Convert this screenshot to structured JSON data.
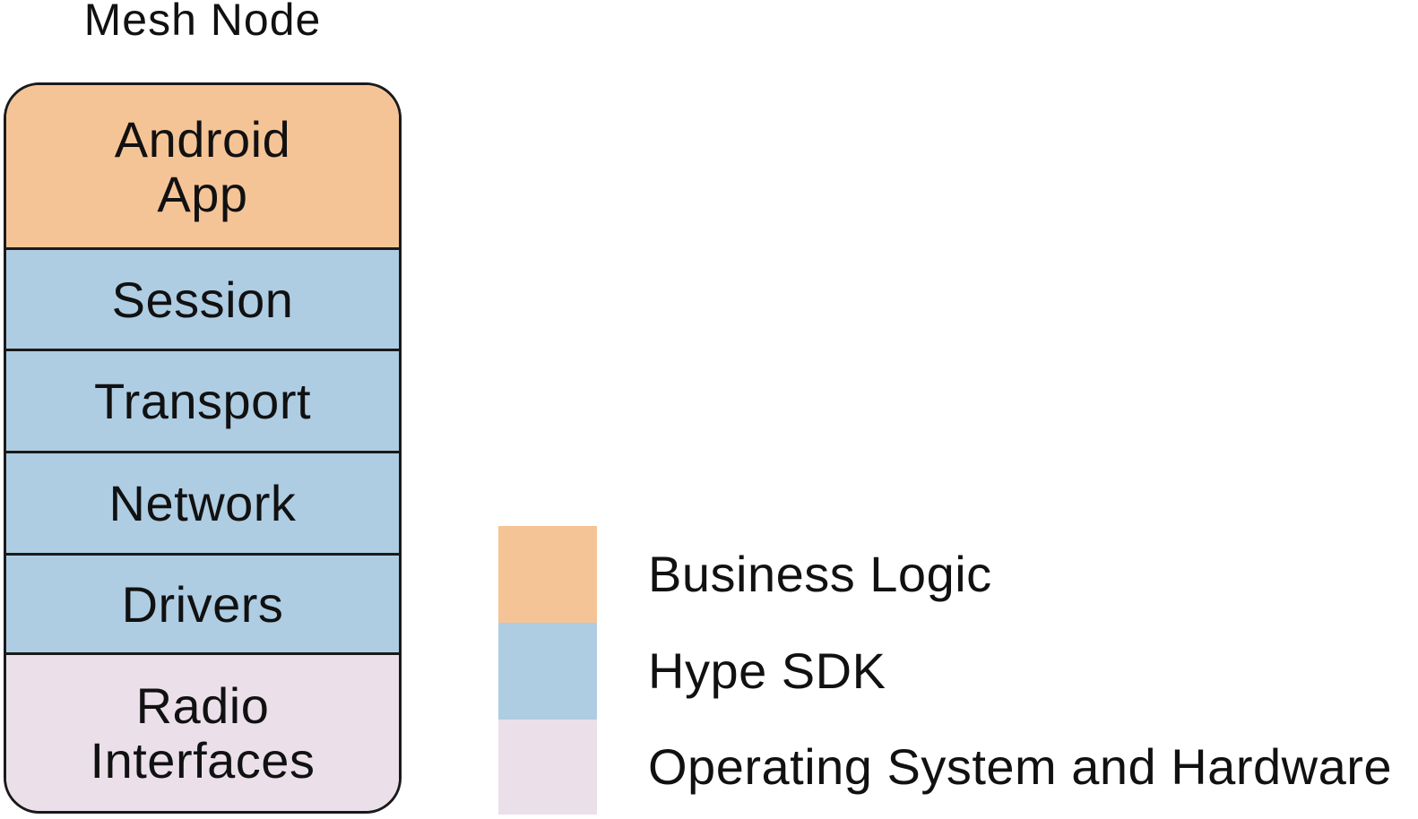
{
  "title": "Mesh Node",
  "colors": {
    "business_logic": "#F5C496",
    "hype_sdk": "#AECDE3",
    "os_hardware": "#EBE0EA",
    "border": "#1A1A1A",
    "text": "#111111",
    "background": "#FFFFFF"
  },
  "stack": {
    "layers": [
      {
        "label": "Android\nApp",
        "category": "business_logic"
      },
      {
        "label": "Session",
        "category": "hype_sdk"
      },
      {
        "label": "Transport",
        "category": "hype_sdk"
      },
      {
        "label": "Network",
        "category": "hype_sdk"
      },
      {
        "label": "Drivers",
        "category": "hype_sdk"
      },
      {
        "label": "Radio\nInterfaces",
        "category": "os_hardware"
      }
    ]
  },
  "legend": {
    "items": [
      {
        "label": "Business Logic",
        "color": "#F5C496",
        "color_key": "business_logic"
      },
      {
        "label": "Hype SDK",
        "color": "#AECDE3",
        "color_key": "hype_sdk"
      },
      {
        "label": "Operating System and Hardware",
        "color": "#EBE0EA",
        "color_key": "os_hardware"
      }
    ]
  }
}
